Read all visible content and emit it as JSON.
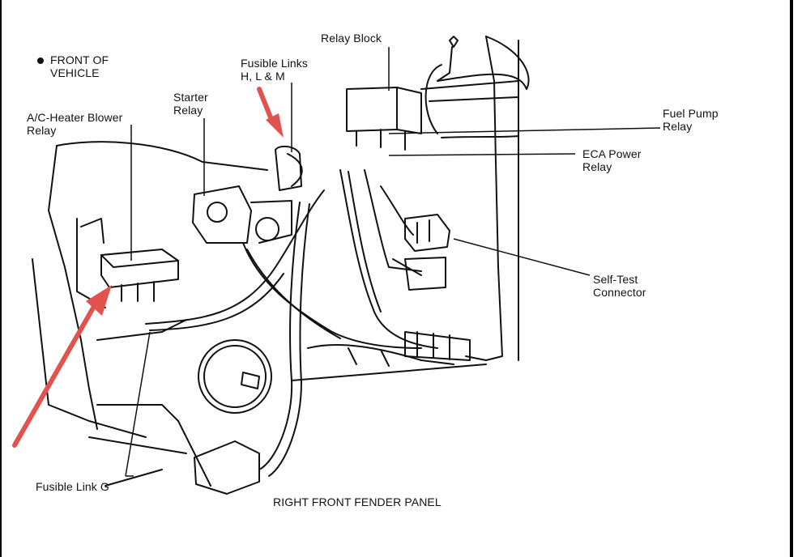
{
  "labels": {
    "front_of_vehicle": "FRONT OF\nVEHICLE",
    "relay_block": "Relay Block",
    "fusible_links_hlm": "Fusible Links\nH, L & M",
    "starter_relay": "Starter\nRelay",
    "ac_heater_blower_relay": "A/C-Heater Blower\nRelay",
    "fuel_pump_relay": "Fuel Pump\nRelay",
    "eca_power_relay": "ECA Power\nRelay",
    "self_test_connector": "Self-Test\nConnector",
    "fusible_link_g": "Fusible Link G",
    "right_front_fender_panel": "RIGHT FRONT FENDER PANEL"
  },
  "colors": {
    "arrow": "#e0534f",
    "line": "#111111"
  }
}
